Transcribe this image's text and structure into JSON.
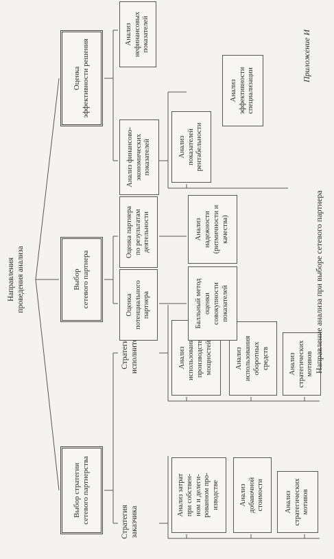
{
  "annex": "Приложение И",
  "caption": "Направление анализа при выборе сетевого партнера",
  "root": "Направления\nпроведения анализа",
  "branches": {
    "strategy": {
      "title": "Выбор стратегии\nсетевого партнерства",
      "customer": {
        "title": "Стратегия\nзаказчика",
        "items": [
          "Анализ затрат\nпри собствен-\nном и делеги-\nрованном про-\nизводстве",
          "Анализ\nдобавочной\nстоимости",
          "Анализ\nстратегических\nмотивов"
        ]
      },
      "executor": {
        "title": "Стратегия\nисполнителя",
        "items": [
          "Анализ\nиспользования\nпроизводств.\nмощностей",
          "Анализ\nиспользования\nоборотных\nсредств",
          "Анализ\nстратегических\nмотивов"
        ]
      }
    },
    "partner": {
      "title": "Выбор\nсетевого партнера",
      "potential": {
        "title": "Оценка\nпотенциального\nпартнера",
        "items": [
          "Балльный метод\nоценки\nсовокупности\nпоказателей"
        ]
      },
      "results": {
        "title": "Оценка партнера\nпо результатам\nдеятельности",
        "items": [
          "Анализ\nнадежности\n(ритмичности и\nкачества)"
        ]
      }
    },
    "effectiveness": {
      "title": "Оценка\nэффективности решения",
      "financial": {
        "title": "Анализ финансово-\nэкономических\nпоказателей",
        "items": [
          "Анализ\nпоказателей\nрентабельности",
          "Анализ\nэффективности\nспециализации"
        ]
      },
      "nonfinancial": {
        "title": "Анализ\nнефинансовых\nпоказателей"
      }
    }
  }
}
